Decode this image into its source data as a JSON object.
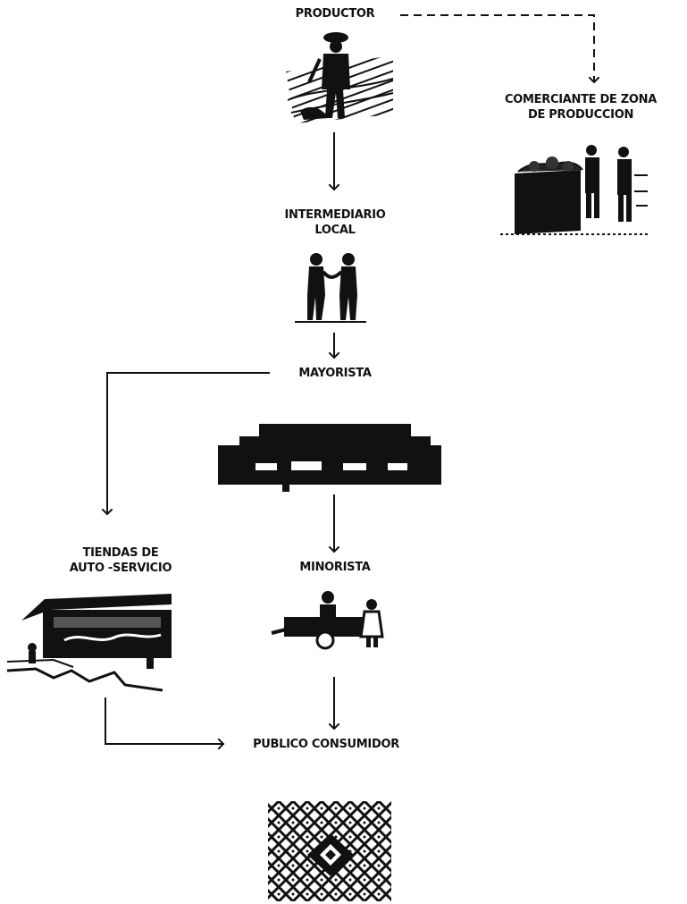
{
  "nodes": {
    "productor": "PRODUCTOR",
    "comerciante": [
      "COMERCIANTE DE ZONA",
      "DE PRODUCCION"
    ],
    "intermediario": [
      "INTERMEDIARIO",
      "LOCAL"
    ],
    "mayorista": "MAYORISTA",
    "tiendas": [
      "TIENDAS DE",
      "AUTO -SERVICIO"
    ],
    "minorista": "MINORISTA",
    "publico": "PUBLICO CONSUMIDOR"
  },
  "edges": [
    {
      "from": "PRODUCTOR",
      "to": "COMERCIANTE DE ZONA DE PRODUCCION",
      "style": "dashed"
    },
    {
      "from": "PRODUCTOR",
      "to": "INTERMEDIARIO LOCAL",
      "style": "solid"
    },
    {
      "from": "INTERMEDIARIO LOCAL",
      "to": "MAYORISTA",
      "style": "solid"
    },
    {
      "from": "MAYORISTA",
      "to": "TIENDAS DE AUTO -SERVICIO",
      "style": "solid"
    },
    {
      "from": "MAYORISTA",
      "to": "MINORISTA",
      "style": "solid"
    },
    {
      "from": "MINORISTA",
      "to": "PUBLICO CONSUMIDOR",
      "style": "solid"
    },
    {
      "from": "TIENDAS DE AUTO -SERVICIO",
      "to": "PUBLICO CONSUMIDOR",
      "style": "solid"
    }
  ],
  "icons": {
    "productor": "farmer-in-field-icon",
    "comerciante": "merchants-with-produce-icon",
    "intermediario": "two-traders-handshake-icon",
    "mayorista": "wholesale-market-building-icon",
    "tiendas": "supermarket-building-icon",
    "minorista": "street-vendor-cart-icon",
    "publico": "woven-basket-pattern-icon"
  },
  "colors": {
    "ink": "#111111",
    "background": "#ffffff"
  }
}
